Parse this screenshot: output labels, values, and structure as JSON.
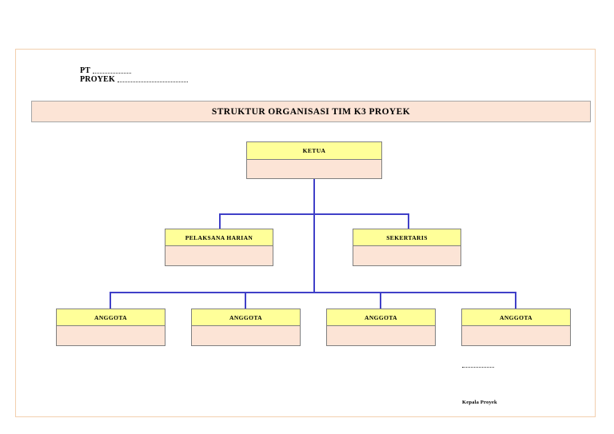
{
  "letterhead": {
    "company_label": "PT",
    "project_label": "PROYEK"
  },
  "title": {
    "text": "STRUKTUR  ORGANISASI TIM K3 PROYEK"
  },
  "chart": {
    "nodes": {
      "ketua": {
        "label": "KETUA"
      },
      "pelaksana_harian": {
        "label": "PELAKSANA HARIAN"
      },
      "sekertaris": {
        "label": "SEKERTARIS"
      },
      "anggota_1": {
        "label": "ANGGOTA"
      },
      "anggota_2": {
        "label": "ANGGOTA"
      },
      "anggota_3": {
        "label": "ANGGOTA"
      },
      "anggota_4": {
        "label": "ANGGOTA"
      }
    }
  },
  "signature": {
    "title": "Kepala Proyek"
  },
  "colors": {
    "node_header": "#FFFF99",
    "node_body": "#FCE4D6",
    "node_border": "#808080",
    "connector": "#4040C8",
    "banner_fill": "#FCE4D6",
    "page_frame": "#F2CFAE"
  }
}
